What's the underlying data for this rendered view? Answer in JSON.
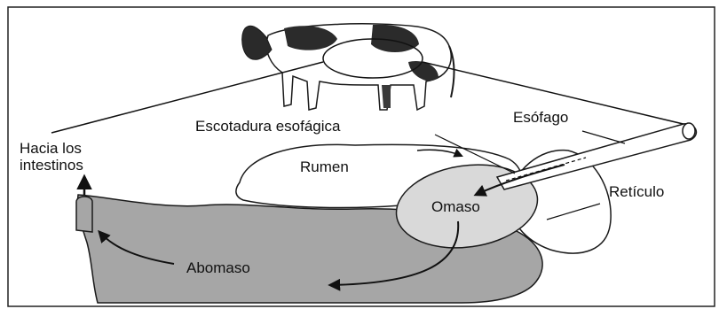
{
  "diagram": {
    "labels": {
      "hacia_line1": "Hacia los",
      "hacia_line2": "intestinos",
      "escotadura": "Escotadura esofágica",
      "esofago": "Esófago",
      "rumen": "Rumen",
      "omaso": "Omaso",
      "reticulo": "Retículo",
      "abomaso": "Abomaso"
    },
    "colors": {
      "abomaso_fill": "#a6a6a6",
      "omaso_fill": "#d9d9d9",
      "rumen_fill": "#ffffff",
      "reticulo_fill": "#ffffff",
      "outline": "#1a1a1a"
    },
    "icons": [
      "calf-illustration",
      "magnifier-circle"
    ]
  }
}
